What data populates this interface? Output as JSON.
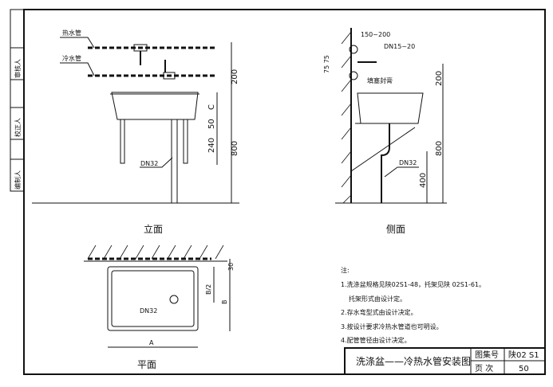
{
  "side_strip": {
    "reviewer": "审核人",
    "proofreader": "校正人",
    "drafter": "编制人"
  },
  "front_view": {
    "title": "立面",
    "hot_pipe_label": "热水管",
    "cold_pipe_label": "冷水管",
    "drain_label": "DN32",
    "dims": {
      "d200": "200",
      "dC": "C",
      "d50": "50",
      "d240": "240",
      "d800": "800"
    }
  },
  "side_view": {
    "title": "侧面",
    "offset_label": "150~200",
    "supply_label": "DN15~20",
    "spacing_label": "75 75",
    "seal_label": "填塞封膏",
    "drain_label": "DN32",
    "dims": {
      "d200": "200",
      "d800": "800",
      "d400": "400"
    }
  },
  "plan_view": {
    "title": "平面",
    "drain_label": "DN32",
    "dims": {
      "d30": "30",
      "dB2": "B/2",
      "dB": "B",
      "dA": "A"
    }
  },
  "notes": {
    "heading": "注:",
    "items": [
      "1.洗涤盆规格见陕02S1-48，托架见陕 02S1-61。",
      "托架形式由设计定。",
      "2.存水弯型式由设计决定。",
      "3.按设计要求冷热水管道也可明设。",
      "4.配管管径由设计决定。"
    ]
  },
  "title_block": {
    "title": "洗涤盆——冷热水管安装图",
    "atlas_label": "图集号",
    "atlas_value": "陕02 S1",
    "page_label": "页 次",
    "page_value": "50"
  }
}
